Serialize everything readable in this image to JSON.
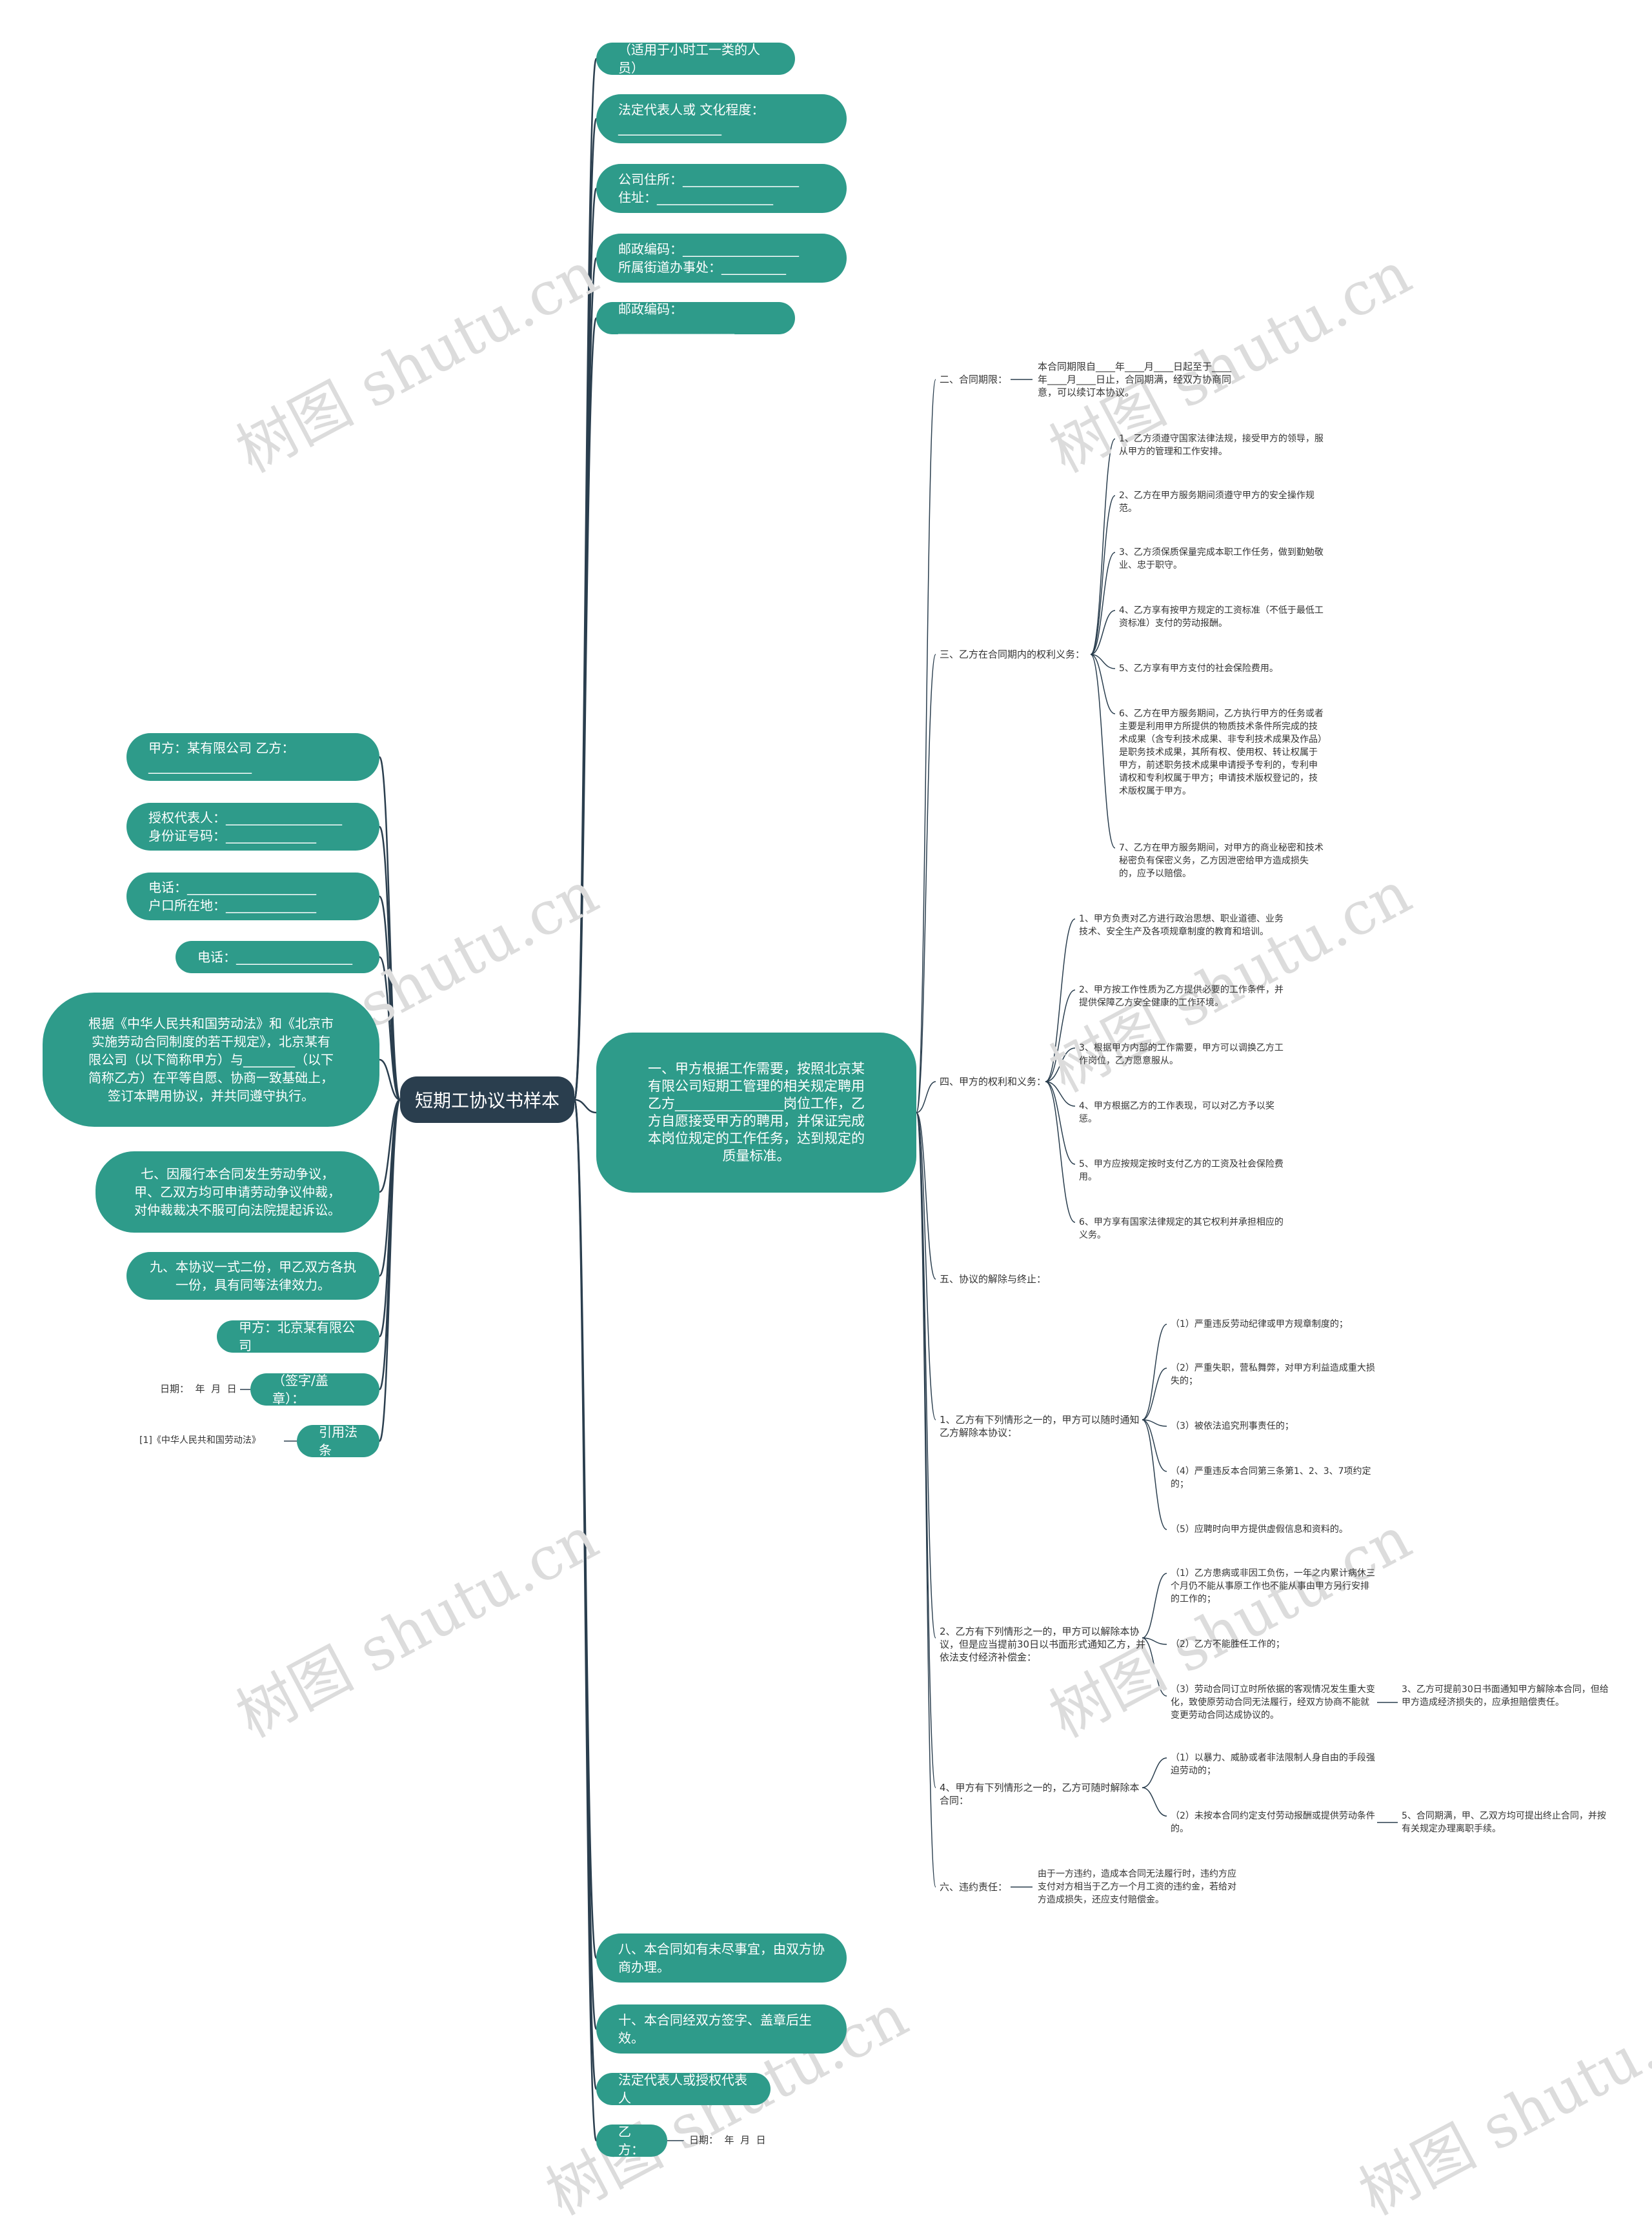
{
  "root": "短期工协议书样本",
  "main": "一、甲方根据工作需要，按照北京某有限公司短期工管理的相关规定聘用乙方________________岗位工作，乙方自愿接受甲方的聘用，并保证完成本岗位规定的工作任务，达到规定的质量标准。",
  "right_top": [
    "（适用于小时工一类的人员）",
    "法定代表人或 文化程度：________________",
    "公司住所：__________________\n住址：__________________",
    "邮政编码：__________________\n所属街道办事处：__________",
    "邮政编码：__________________"
  ],
  "right_bottom": [
    "八、本合同如有未尽事宜，由双方协商办理。",
    "十、本合同经双方签字、盖章后生效。",
    "法定代表人或授权代表人",
    "乙方："
  ],
  "left": [
    "甲方：某有限公司 乙方：________________",
    "授权代表人：__________________\n身份证号码：______________",
    "电话：____________________\n户口所在地：______________",
    "电话：__________________",
    "根据《中华人民共和国劳动法》和《北京市实施劳动合同制度的若干规定》，北京某有限公司（以下简称甲方）与________（以下简称乙方）在平等自愿、协商一致基础上，签订本聘用协议，并共同遵守执行。",
    "七、因履行本合同发生劳动争议，甲、乙双方均可申请劳动争议仲裁，对仲裁裁决不服可向法院提起诉讼。",
    "九、本协议一式二份，甲乙双方各执一份，具有同等法律效力。",
    "甲方：北京某有限公司",
    "（签字/盖章）：",
    "引用法条"
  ],
  "left_leaves": {
    "date": "日期：  年  月  日",
    "law": "[1]《中华人民共和国劳动法》",
    "yi_date": "日期：  年  月  日"
  },
  "sections": {
    "s2": "二、合同期限：",
    "s2_text": "本合同期限自____年____月____日起至于____年____月____日止，合同期满，经双方协商同意，可以续订本协议。",
    "s3": "三、乙方在合同期内的权利义务：",
    "s3_items": [
      "1、乙方须遵守国家法律法规，接受甲方的领导，服从甲方的管理和工作安排。",
      "2、乙方在甲方服务期间须遵守甲方的安全操作规范。",
      "3、乙方须保质保量完成本职工作任务，做到勤勉敬业、忠于职守。",
      "4、乙方享有按甲方规定的工资标准（不低于最低工资标准）支付的劳动报酬。",
      "5、乙方享有甲方支付的社会保险费用。",
      "6、乙方在甲方服务期间，乙方执行甲方的任务或者主要是利用甲方所提供的物质技术条件所完成的技术成果（含专利技术成果、非专利技术成果及作品）是职务技术成果，其所有权、使用权、转让权属于甲方，前述职务技术成果申请授予专利的，专利申请权和专利权属于甲方；申请技术版权登记的，技术版权属于甲方。",
      "7、乙方在甲方服务期间，对甲方的商业秘密和技术秘密负有保密义务，乙方因泄密给甲方造成损失的，应予以赔偿。"
    ],
    "s4": "四、甲方的权利和义务：",
    "s4_items": [
      "1、甲方负责对乙方进行政治思想、职业道德、业务技术、安全生产及各项规章制度的教育和培训。",
      "2、甲方按工作性质为乙方提供必要的工作条件，并提供保障乙方安全健康的工作环境。",
      "3、根据甲方内部的工作需要，甲方可以调换乙方工作岗位，乙方愿意服从。",
      "4、甲方根据乙方的工作表现，可以对乙方予以奖惩。",
      "5、甲方应按规定按时支付乙方的工资及社会保险费用。",
      "6、甲方享有国家法律规定的其它权利并承担相应的义务。"
    ],
    "s5": "五、协议的解除与终止：",
    "t1": "1、乙方有下列情形之一的，甲方可以随时通知乙方解除本协议：",
    "t1_items": [
      "（1）严重违反劳动纪律或甲方规章制度的；",
      "（2）严重失职，营私舞弊，对甲方利益造成重大损失的；",
      "（3）被依法追究刑事责任的；",
      "（4）严重违反本合同第三条第1、2、3、7项约定的；",
      "（5）应聘时向甲方提供虚假信息和资料的。"
    ],
    "t2": "2、乙方有下列情形之一的，甲方可以解除本协议，但是应当提前30日以书面形式通知乙方，并依法支付经济补偿金：",
    "t2_items": [
      "（1）乙方患病或非因工负伤，一年之内累计病休三个月仍不能从事原工作也不能从事由甲方另行安排的工作的；",
      "（2）乙方不能胜任工作的；",
      "（3）劳动合同订立时所依据的客观情况发生重大变化，致使原劳动合同无法履行，经双方协商不能就变更劳动合同达成协议的。"
    ],
    "t2_extra": "3、乙方可提前30日书面通知甲方解除本合同，但给甲方造成经济损失的，应承担赔偿责任。",
    "t4": "4、甲方有下列情形之一的，乙方可随时解除本合同：",
    "t4_items": [
      "（1）以暴力、威胁或者非法限制人身自由的手段强迫劳动的；",
      "（2）未按本合同约定支付劳动报酬或提供劳动条件的。"
    ],
    "t4_extra": "5、合同期满，甲、乙双方均可提出终止合同，并按有关规定办理离职手续。",
    "s6": "六、违约责任：",
    "s6_text": "由于一方违约，造成本合同无法履行时，违约方应支付对方相当于乙方一个月工资的违约金，若给对方造成损失，还应支付赔偿金。"
  },
  "watermark": "树图 shutu.cn",
  "colors": {
    "root": "#2a3e4e",
    "pill": "#2e9b8a",
    "line": "#2a3e4e"
  }
}
